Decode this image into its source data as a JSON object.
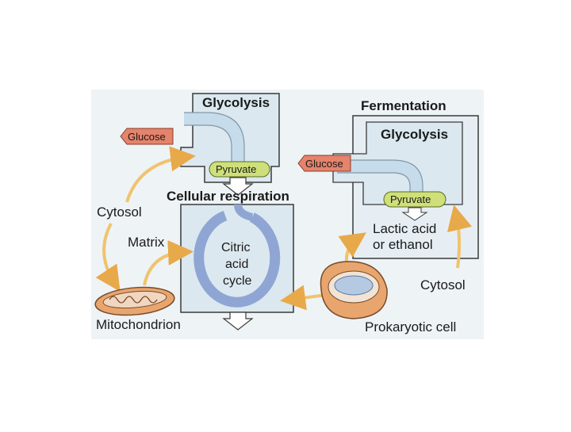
{
  "colors": {
    "panel_bg": "#eef3f6",
    "box_fill": "#dbe8ef",
    "box_stroke": "#3a3a3a",
    "flow_blue": "#c7dcea",
    "cycle_blue": "#8fa6d4",
    "glucose_tag": "#e5836b",
    "pyruvate_pill": "#cfe07a",
    "yellow_arrow": "#f0c36e",
    "cytoplasm": "#f0e6d8"
  },
  "left": {
    "glycolysis_title": "Glycolysis",
    "glucose_tag": "Glucose",
    "pyruvate_pill": "Pyruvate",
    "respiration_title": "Cellular respiration",
    "cytosol_label": "Cytosol",
    "matrix_label": "Matrix",
    "mitochondrion_label": "Mitochondrion",
    "cycle_line1": "Citric",
    "cycle_line2": "acid",
    "cycle_line3": "cycle"
  },
  "right": {
    "fermentation_title": "Fermentation",
    "glycolysis_title": "Glycolysis",
    "glucose_tag": "Glucose",
    "pyruvate_pill": "Pyruvate",
    "product_line1": "Lactic acid",
    "product_line2": "or ethanol",
    "cytosol_label": "Cytosol",
    "prokaryote_label": "Prokaryotic cell"
  }
}
